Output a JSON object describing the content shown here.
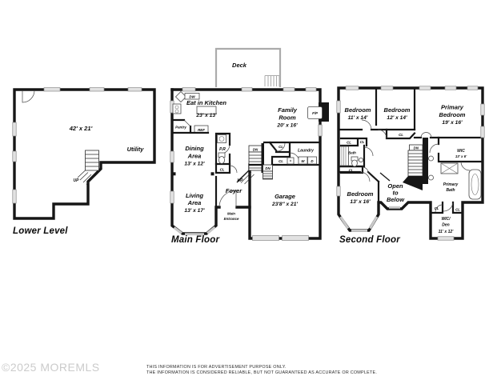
{
  "watermark": "©2025 MOREMLS",
  "disclaimer": {
    "line1": "THIS INFORMATION IS FOR ADVERTISEMENT PURPOSE ONLY.",
    "line2": "THE INFORMATION IS CONSIDERED RELIABLE, BUT NOT GUARANTEED AS ACCURATE OR COMPLETE."
  },
  "colors": {
    "wall": "#161616",
    "window_gray": "#c9c9c9",
    "deck_gray": "#ababab",
    "watermark_gray": "#cbcbcb"
  },
  "lower_level": {
    "title": "Lower Level",
    "room_dims": "42' x 21'",
    "utility": "Utility",
    "up": "UP"
  },
  "main_floor": {
    "title": "Main Floor",
    "deck": "Deck",
    "dishwasher": "DW",
    "eat_in_kitchen": "Eat in Kitchen",
    "kitchen_dims": "23' x 13'",
    "pantry": "Pantry",
    "refrigerator": "REF",
    "family_room": {
      "line1": "Family",
      "line2": "Room",
      "dims": "20' x 16'"
    },
    "fireplace": "F/P",
    "dining": {
      "line1": "Dining",
      "line2": "Area",
      "dims": "13' x 12'"
    },
    "powder_room": "P.R",
    "closet": "CL",
    "down": "DN",
    "up": "UP",
    "laundry": "Laundry",
    "washer": "W",
    "dryer": "D",
    "foyer": "Foyer",
    "living": {
      "line1": "Living",
      "line2": "Area",
      "dims": "13' x 17'"
    },
    "main_entrance": {
      "line1": "Main",
      "line2": "Entrance"
    },
    "garage": {
      "name": "Garage",
      "dims": "23'8\" x 21'"
    }
  },
  "second_floor": {
    "title": "Second Floor",
    "bedroom1": {
      "name": "Bedroom",
      "dims": "11' x 14'"
    },
    "bedroom2": {
      "name": "Bedroom",
      "dims": "12' x 14'"
    },
    "primary_bedroom": {
      "line1": "Primary",
      "line2": "Bedroom",
      "dims": "19' x 16'"
    },
    "closet": "CL",
    "bath": "Bath",
    "down": "DN",
    "wic": {
      "name": "WIC",
      "dims": "13' x 6'"
    },
    "bedroom4": {
      "name": "Bedroom",
      "dims": "13' x 16'"
    },
    "open_to_below": {
      "line1": "Open",
      "line2": "to",
      "line3": "Below"
    },
    "primary_bath": {
      "line1": "Primary",
      "line2": "Bath"
    },
    "wic_den": {
      "line1": "WIC/",
      "line2": "Den",
      "dims": "11' x 12'"
    }
  }
}
